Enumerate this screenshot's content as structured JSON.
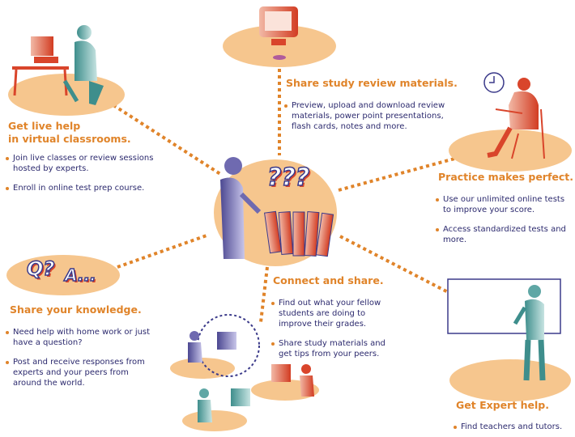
{
  "sections": {
    "live_help": {
      "title_line1": "Get live help",
      "title_line2": "in virtual classrooms.",
      "bullets": [
        "Join live classes or review sessions hosted by experts.",
        "Enroll in online test prep course."
      ]
    },
    "share_study": {
      "title": "Share study review materials.",
      "bullets": [
        "Preview, upload and download review materials, power point presentations, flash cards, notes and more."
      ]
    },
    "practice": {
      "title": "Practice makes perfect.",
      "bullets": [
        "Use our unlimited online tests to improve your score.",
        "Access standardized tests and more."
      ]
    },
    "knowledge": {
      "title": "Share your knowledge.",
      "badge_q": "Q?",
      "badge_a": "A...",
      "bullets": [
        "Need help with home work or just have a question?",
        "Post and receive responses from experts and your peers from around the world."
      ]
    },
    "connect": {
      "title": "Connect and share.",
      "bullets": [
        "Find out what your fellow students are doing to improve their grades.",
        "Share study materials and get tips from your peers."
      ]
    },
    "expert": {
      "title": "Get Expert help.",
      "bullets": [
        "Find teachers and tutors."
      ]
    }
  },
  "center": {
    "question_marks": "???"
  },
  "colors": {
    "accent": "#e0842a",
    "text": "#2c2a6e",
    "ellipse": "#f6c68e",
    "figure_blue": "#6f6ab0",
    "figure_red": "#d9452b",
    "figure_teal": "#5fa7a5"
  }
}
